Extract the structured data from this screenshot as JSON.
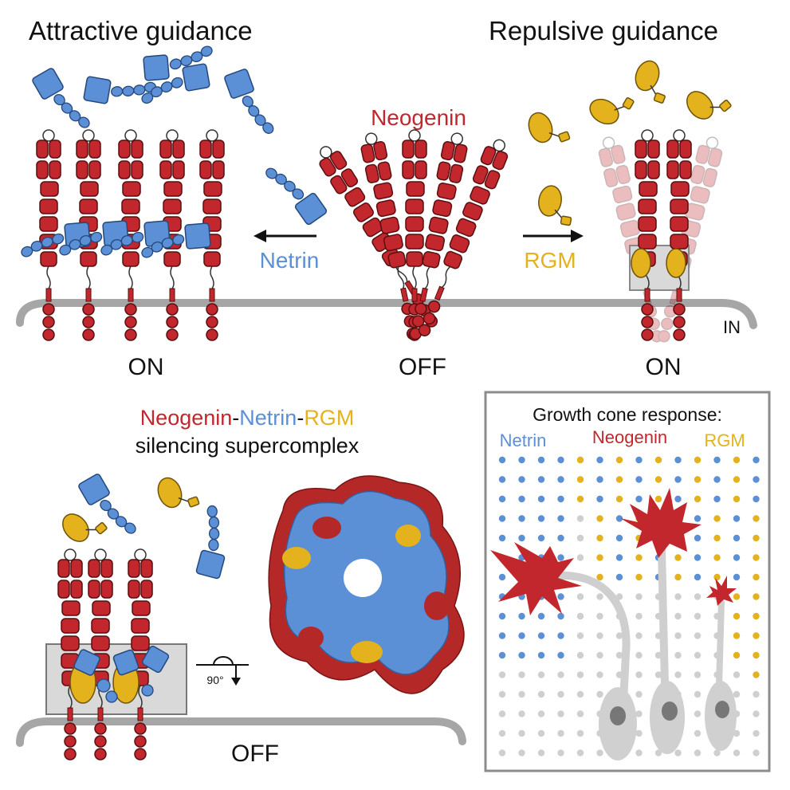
{
  "titles": {
    "attractive": "Attractive guidance",
    "repulsive": "Repulsive guidance"
  },
  "labels": {
    "neogenin": "Neogenin",
    "netrin": "Netrin",
    "rgm": "RGM",
    "in": "IN",
    "state_on_left": "ON",
    "state_off_center": "OFF",
    "state_on_right": "ON",
    "state_off_bottom": "OFF",
    "rotation": "90°"
  },
  "supercomplex": {
    "part1": "Neogenin",
    "dash1": "-",
    "part2": "Netrin",
    "dash2": "-",
    "part3": "RGM",
    "line2": "silencing supercomplex"
  },
  "panel": {
    "title": "Growth cone response:",
    "legend_netrin": "Netrin",
    "legend_neogenin": "Neogenin",
    "legend_rgm": "RGM"
  },
  "colors": {
    "neogenin": "#c1272d",
    "netrin": "#5b8fd6",
    "rgm": "#e3b21c",
    "membrane": "#a6a6a6",
    "faded": "#f3c9c9",
    "neuron": "#cfcfcf"
  }
}
